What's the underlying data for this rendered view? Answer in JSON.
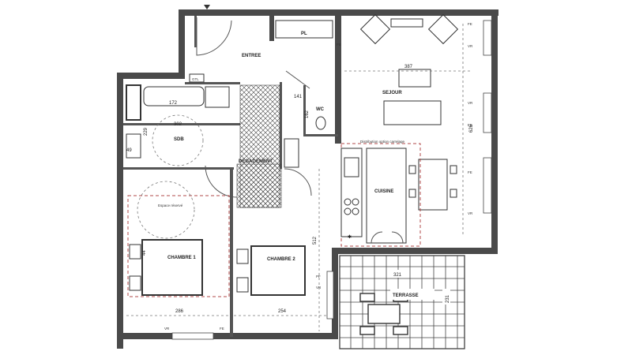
{
  "rooms": {
    "entree": "ENTREE",
    "sejour": "SEJOUR",
    "cuisine": "CUISINE",
    "sdb": "SDB",
    "degagement": "DEGAGEMENT",
    "chambre1": "CHAMBRE 1",
    "chambre2": "CHAMBRE 2",
    "terrasse": "TERRASSE",
    "wc": "WC"
  },
  "fixtures": {
    "pl": "PL",
    "gtl": "GTL",
    "espace_reserve": "Espace réservé",
    "option_cuisine": "Distribution option carrelage"
  },
  "window_tags": {
    "fe": "FE",
    "vr": "VR",
    "pf": "PF"
  },
  "dimensions": {
    "sejour_width": "387",
    "wc_width": "141",
    "wc_depth": "162",
    "sejour_depth": "626",
    "sdb_width": "302",
    "sdb_tub": "172",
    "sdb_depth": "229",
    "sdb_small": "49",
    "couloir_depth": "512",
    "chambre1_width": "286",
    "chambre1_bed": "44",
    "chambre2_width": "254",
    "terrasse_width": "321",
    "terrasse_depth": "231"
  }
}
